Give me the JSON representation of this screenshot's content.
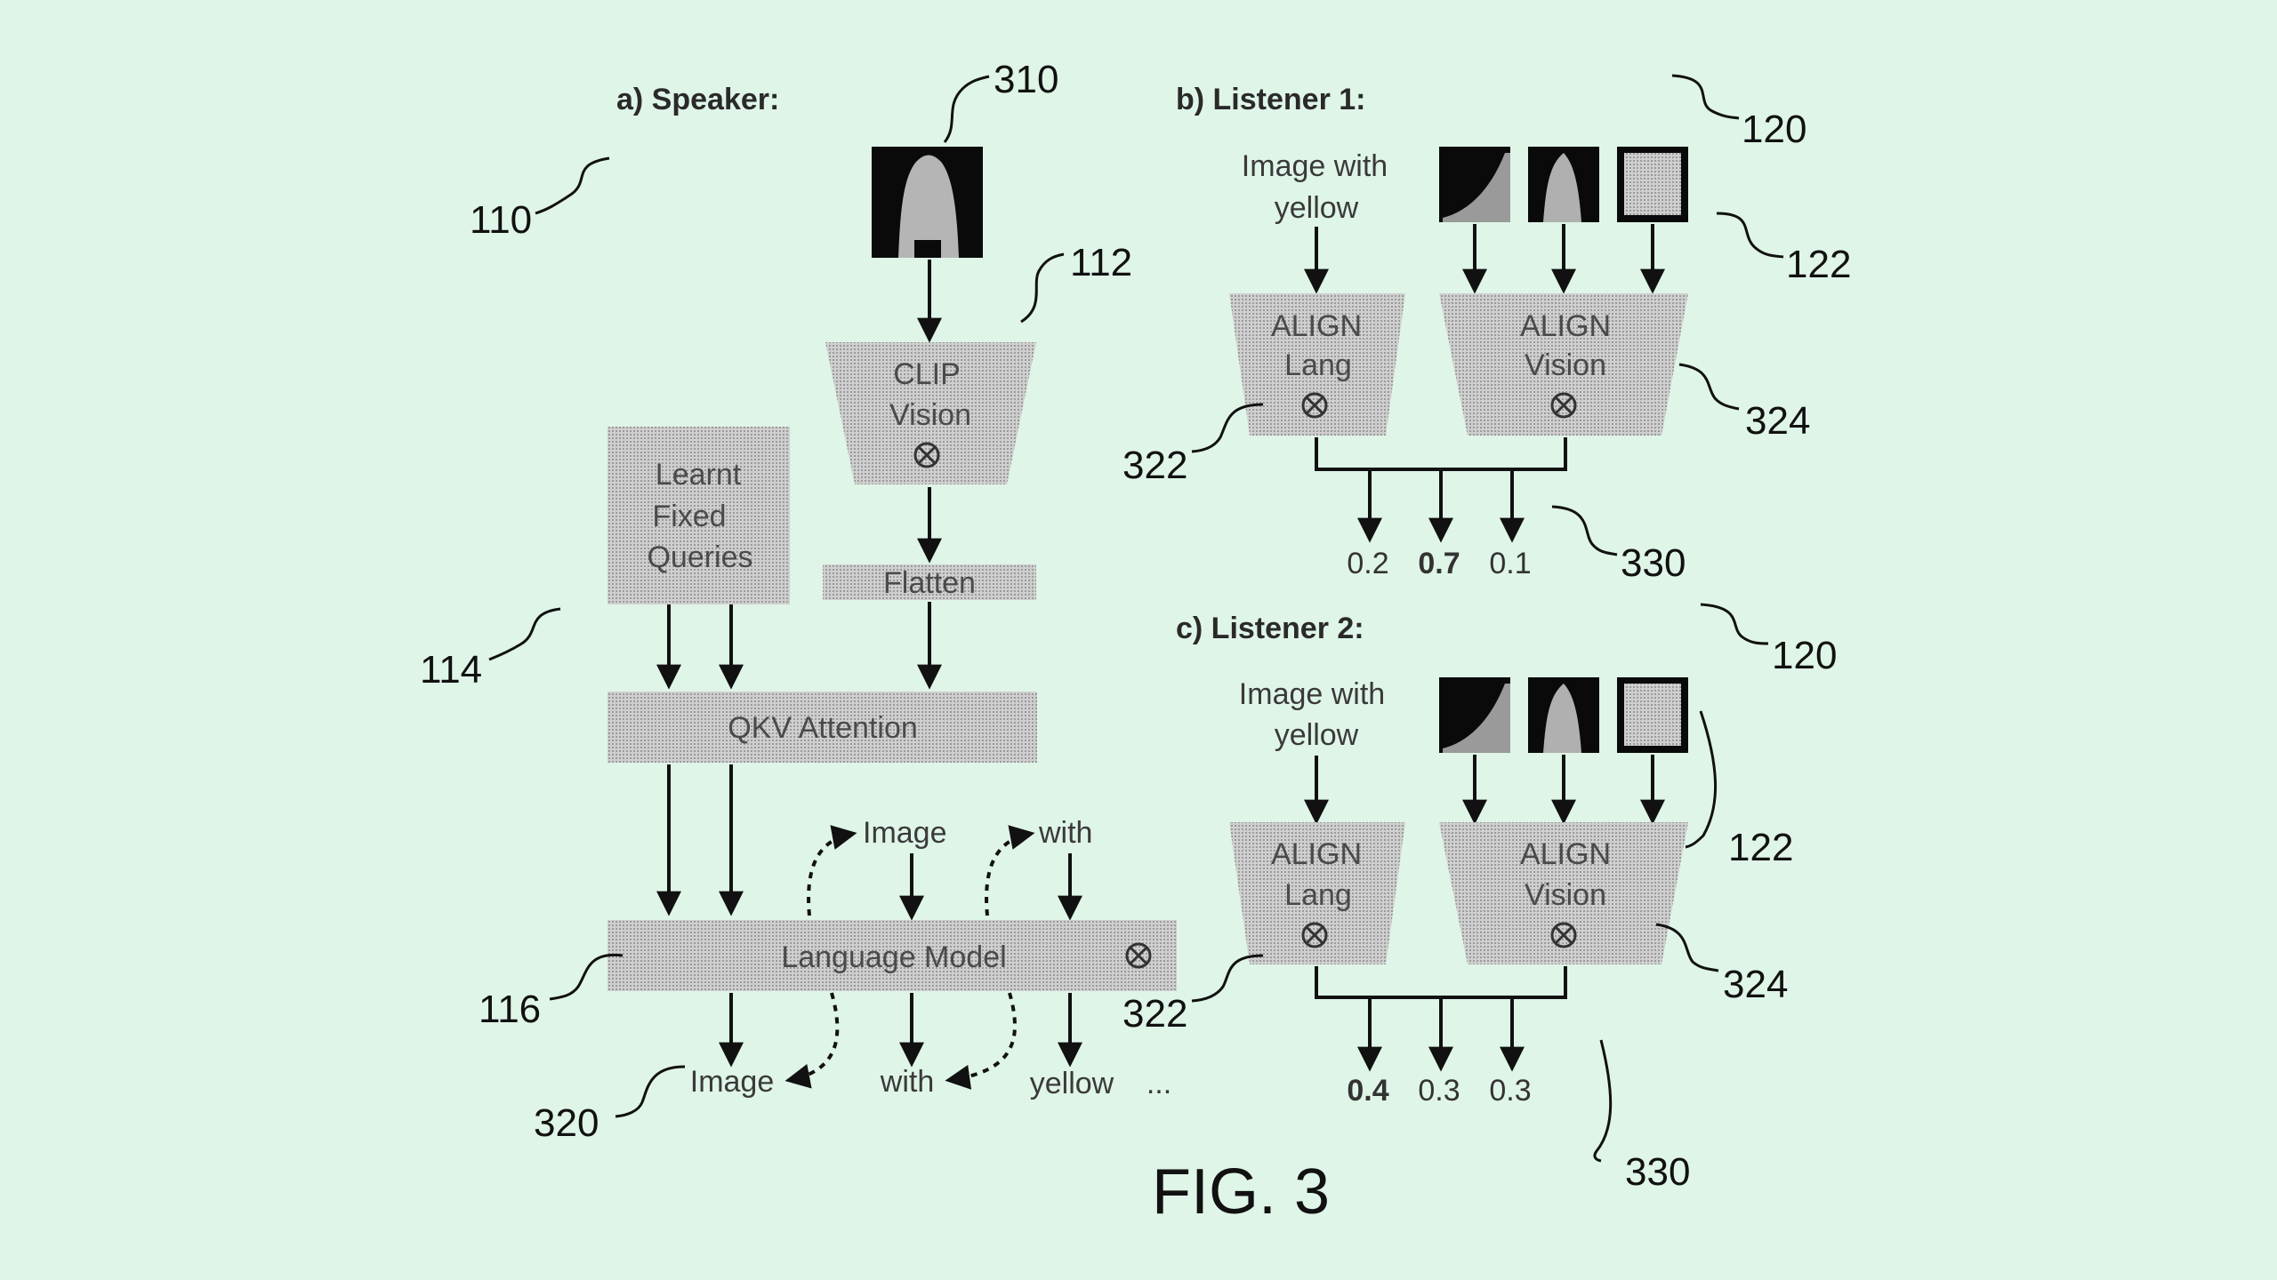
{
  "figure": {
    "caption": "FIG. 3"
  },
  "speaker": {
    "title": "a) Speaker:",
    "clip_label": [
      "CLIP",
      "Vision"
    ],
    "queries_label": [
      "Learnt",
      "Fixed",
      "Queries"
    ],
    "flatten_label": "Flatten",
    "attention_label": "QKV Attention",
    "lm_label": "Language Model",
    "input_tokens": [
      "Image",
      "with"
    ],
    "output_tokens": [
      "Image",
      "with",
      "yellow",
      "..."
    ],
    "refs": {
      "speaker": "110",
      "clip": "112",
      "queries": "114",
      "lm": "116",
      "image": "310",
      "tokens": "320"
    }
  },
  "listener1": {
    "title": "b) Listener 1:",
    "text_input": [
      "Image with",
      "yellow"
    ],
    "lang_label": [
      "ALIGN",
      "Lang"
    ],
    "vision_label": [
      "ALIGN",
      "Vision"
    ],
    "probs": [
      "0.2",
      "0.7",
      "0.1"
    ],
    "refs": {
      "listener": "120",
      "images": "122",
      "lang": "322",
      "vision": "324",
      "probs": "330"
    }
  },
  "listener2": {
    "title": "c) Listener 2:",
    "text_input": [
      "Image with",
      "yellow"
    ],
    "lang_label": [
      "ALIGN",
      "Lang"
    ],
    "vision_label": [
      "ALIGN",
      "Vision"
    ],
    "probs": [
      "0.4",
      "0.3",
      "0.3"
    ],
    "refs": {
      "listener": "120",
      "images": "122",
      "lang": "322",
      "vision": "324",
      "probs": "330"
    }
  },
  "colors": {
    "background": "#dff5e7",
    "box_fill": "#c4c4c4",
    "line": "#111111"
  }
}
